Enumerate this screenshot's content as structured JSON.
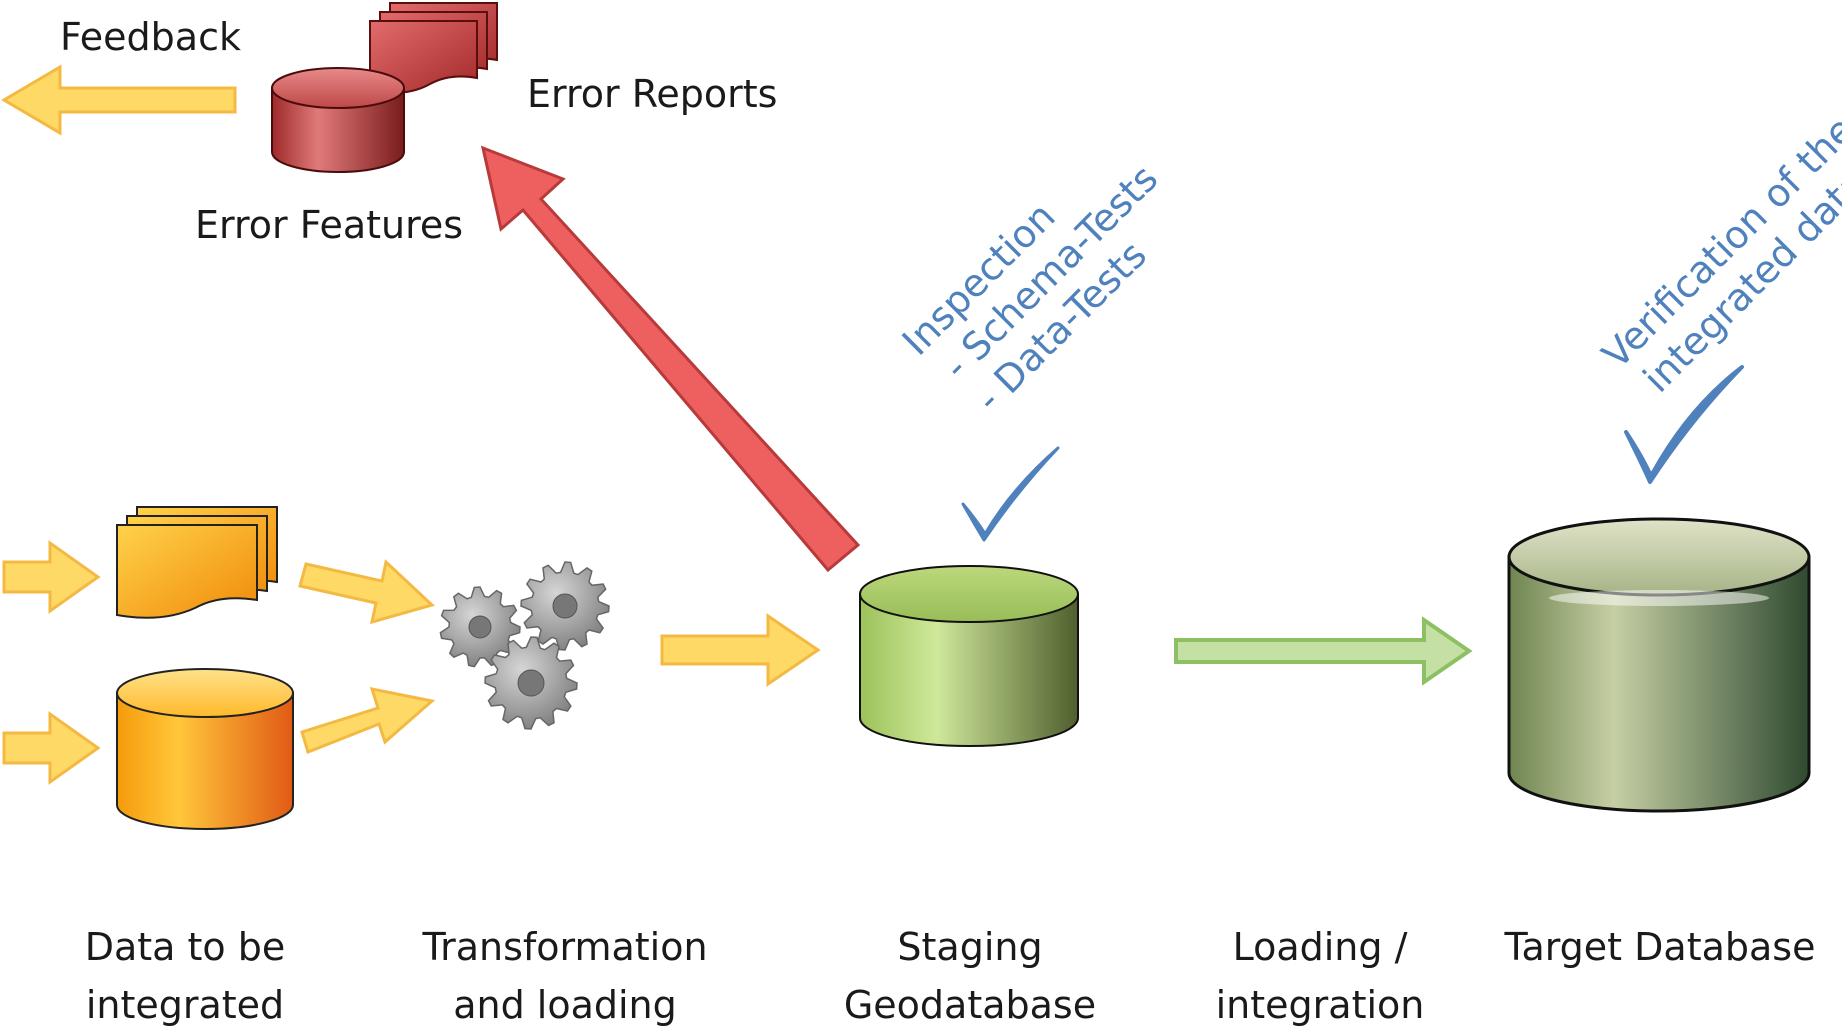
{
  "top": {
    "feedback": "Feedback",
    "error_reports": "Error Reports",
    "error_features": "Error Features"
  },
  "notes": {
    "inspection": [
      "Inspection",
      " - Schema-Tests",
      " - Data-Tests"
    ],
    "verification": [
      "Verification of the",
      "integrated data"
    ]
  },
  "captions": {
    "source": [
      "Data to be",
      "integrated"
    ],
    "transform": [
      "Transformation",
      "and loading"
    ],
    "staging": [
      "Staging",
      "Geodatabase"
    ],
    "loading": [
      "Loading /",
      "integration"
    ],
    "target": [
      "Target Database"
    ]
  },
  "colors": {
    "flow_arrow": "#ffd966",
    "error_arrow": "#e05555",
    "load_arrow": "#a9d18e",
    "check": "#4f81bd",
    "error_db": "#c0504d",
    "source_db": "#f7a51e",
    "staging_db": "#b4cf6b",
    "target_db": "#8a9d6a",
    "gear": "#9a9a9a"
  }
}
